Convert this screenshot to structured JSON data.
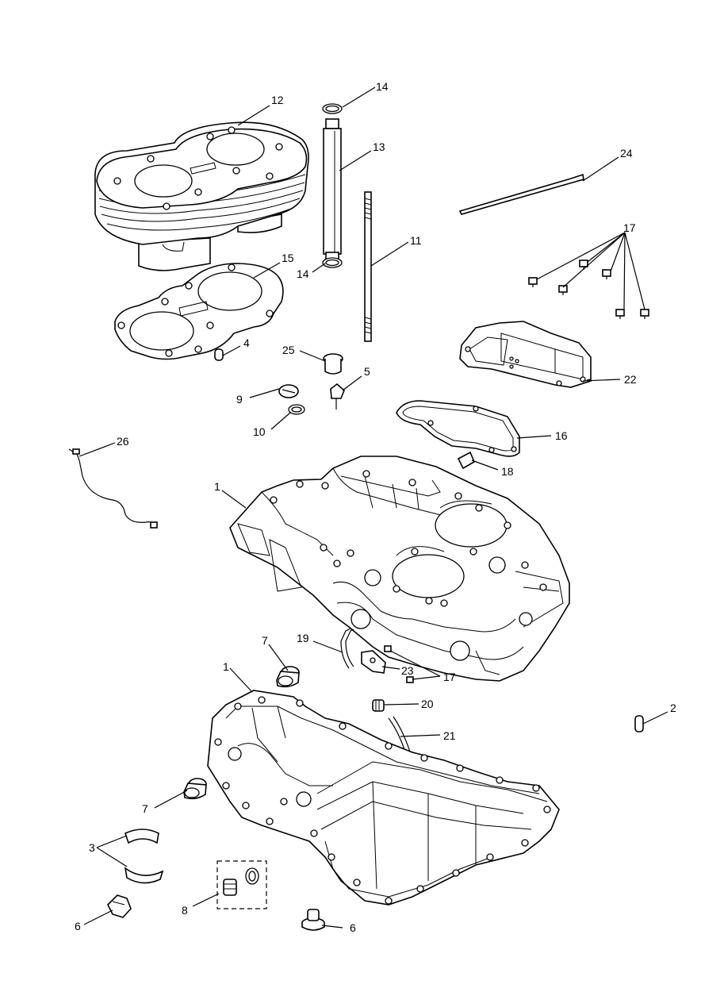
{
  "callouts": [
    {
      "id": "c12",
      "label": "12"
    },
    {
      "id": "c14a",
      "label": "14"
    },
    {
      "id": "c13",
      "label": "13"
    },
    {
      "id": "c24",
      "label": "24"
    },
    {
      "id": "c11",
      "label": "11"
    },
    {
      "id": "c17a",
      "label": "17"
    },
    {
      "id": "c15",
      "label": "15"
    },
    {
      "id": "c14b",
      "label": "14"
    },
    {
      "id": "c4",
      "label": "4"
    },
    {
      "id": "c25",
      "label": "25"
    },
    {
      "id": "c5",
      "label": "5"
    },
    {
      "id": "c9",
      "label": "9"
    },
    {
      "id": "c22",
      "label": "22"
    },
    {
      "id": "c10",
      "label": "10"
    },
    {
      "id": "c16",
      "label": "16"
    },
    {
      "id": "c26",
      "label": "26"
    },
    {
      "id": "c18",
      "label": "18"
    },
    {
      "id": "c1a",
      "label": "1"
    },
    {
      "id": "c7a",
      "label": "7"
    },
    {
      "id": "c19",
      "label": "19"
    },
    {
      "id": "c23",
      "label": "23"
    },
    {
      "id": "c17b",
      "label": "17"
    },
    {
      "id": "c1b",
      "label": "1"
    },
    {
      "id": "c20",
      "label": "20"
    },
    {
      "id": "c2",
      "label": "2"
    },
    {
      "id": "c21",
      "label": "21"
    },
    {
      "id": "c7b",
      "label": "7"
    },
    {
      "id": "c3",
      "label": "3"
    },
    {
      "id": "c8",
      "label": "8"
    },
    {
      "id": "c6a",
      "label": "6"
    },
    {
      "id": "c6b",
      "label": "6"
    }
  ]
}
